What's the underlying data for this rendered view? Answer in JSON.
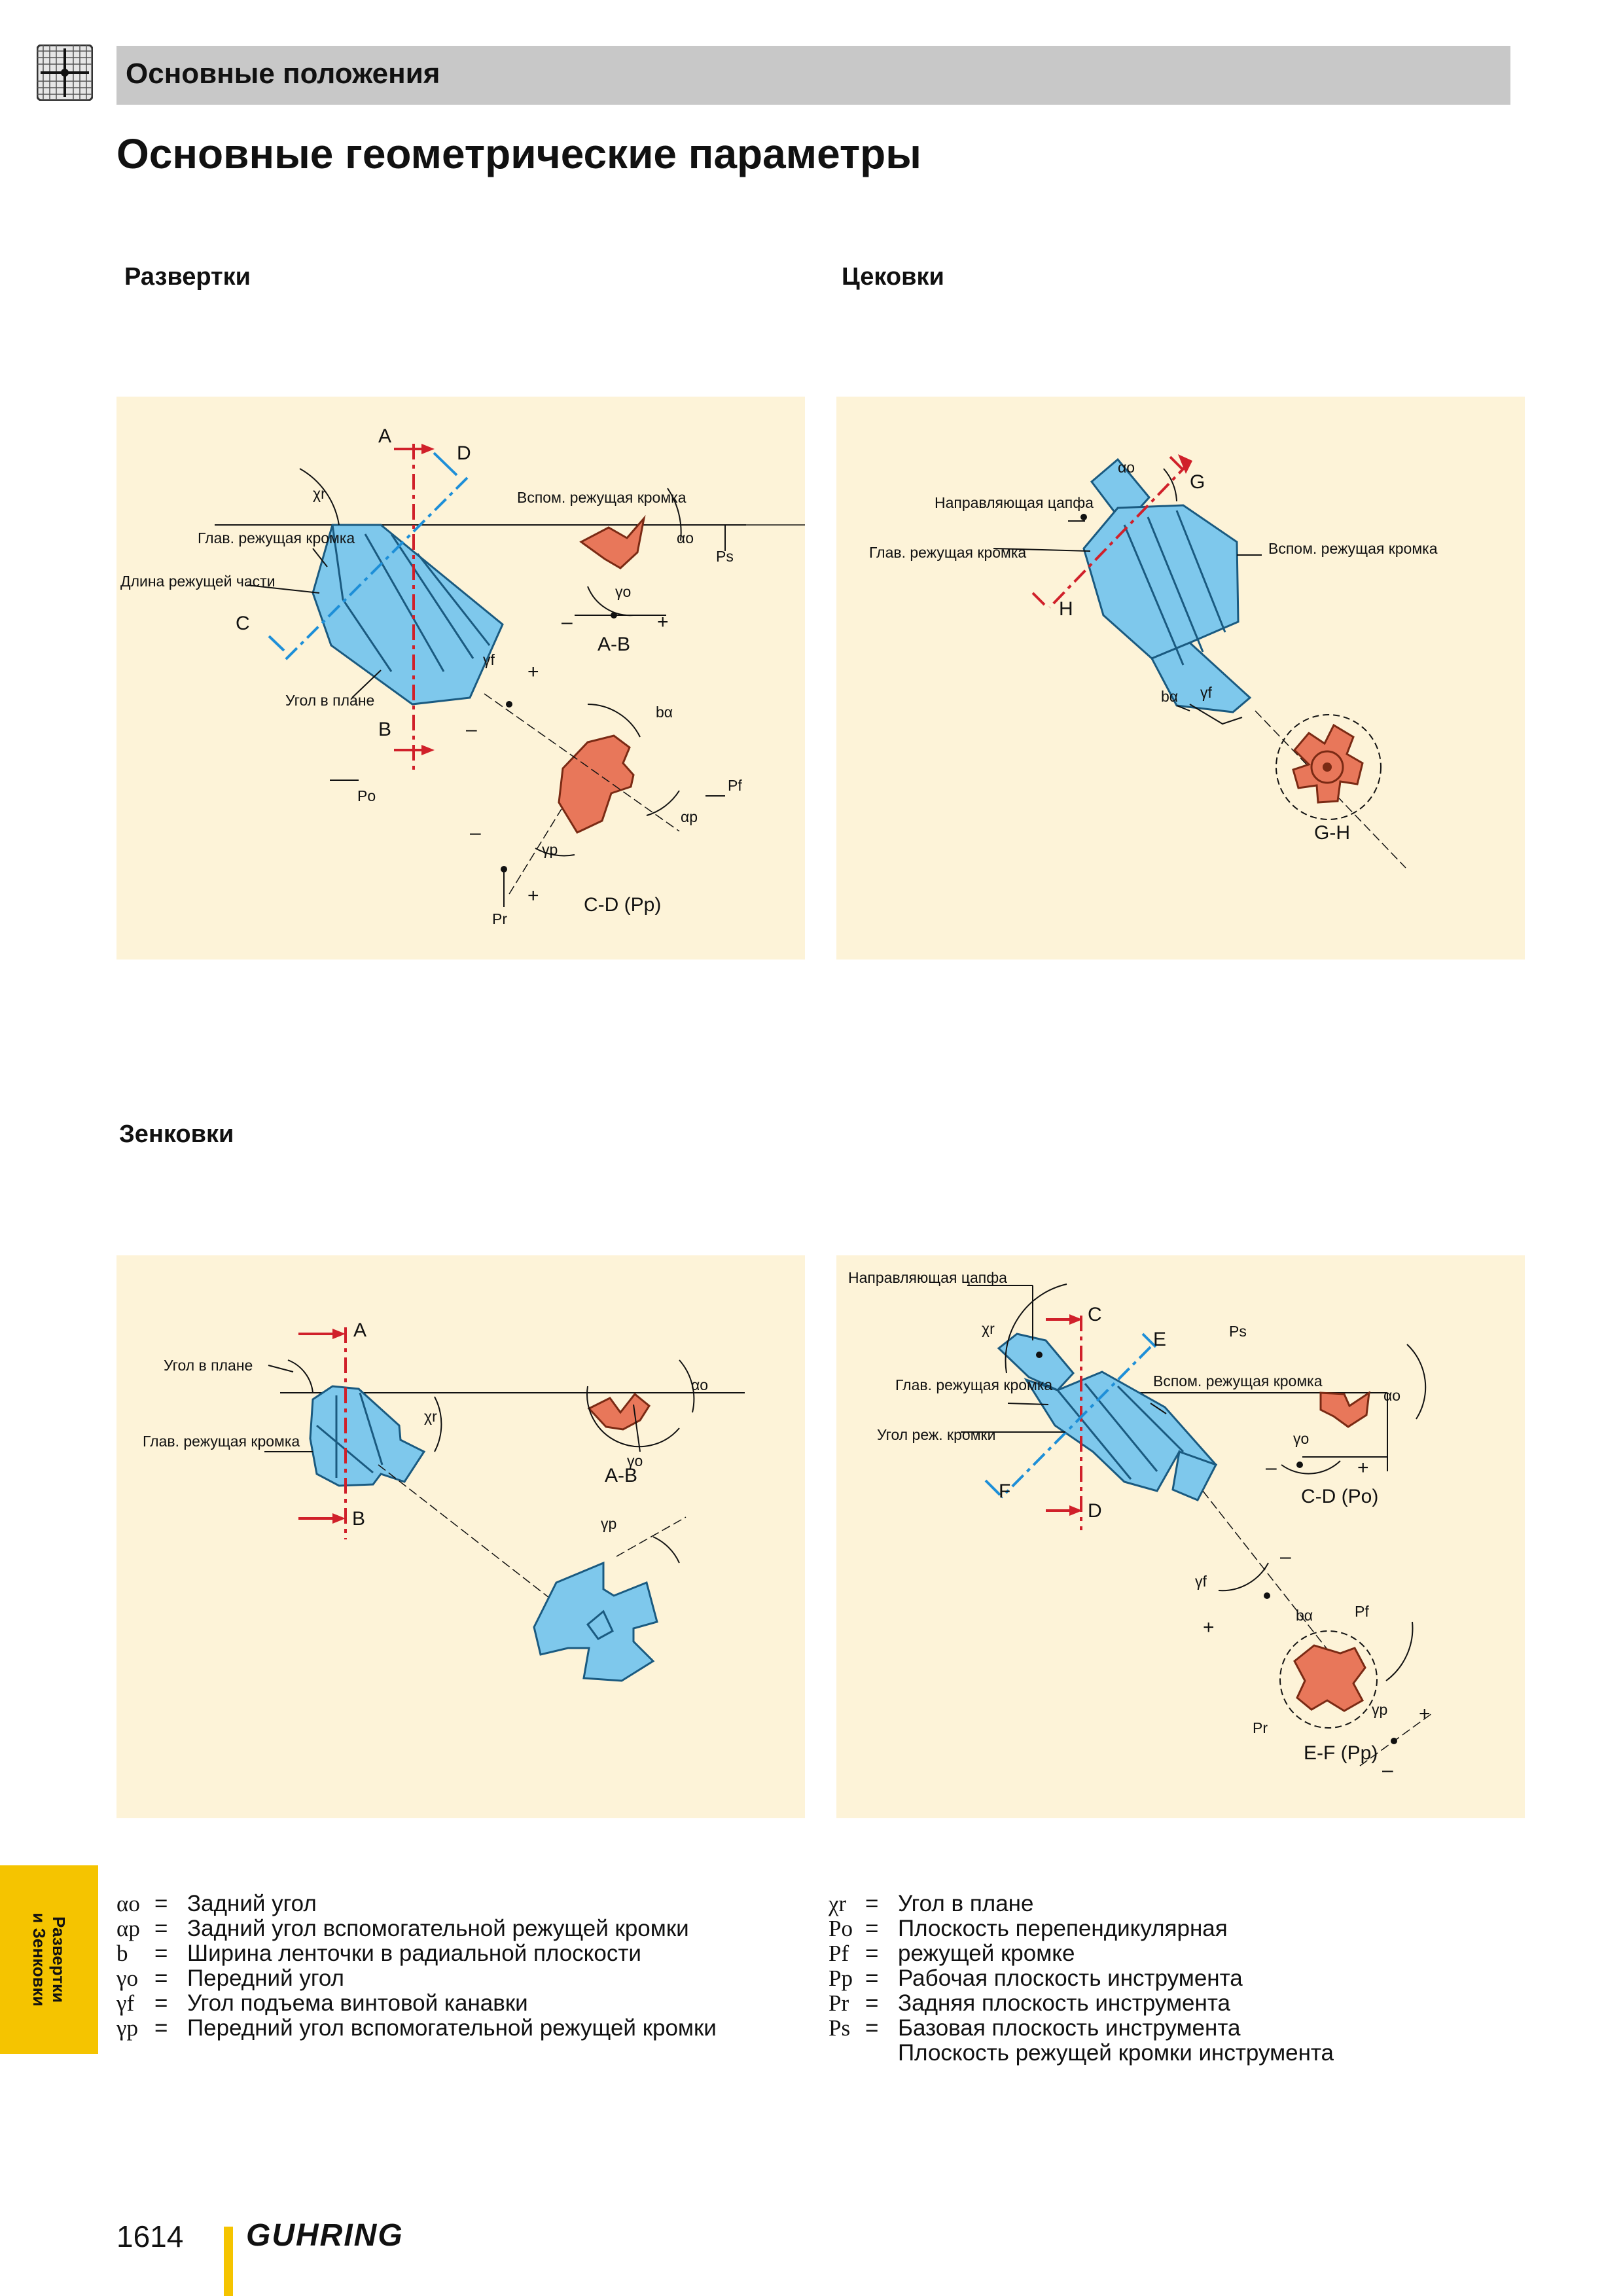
{
  "header": {
    "title": "Основные положения"
  },
  "page_title": "Основные геометрические параметры",
  "sections": {
    "reamers": "Развертки",
    "counterbores": "Цековки",
    "countersinks": "Зенковки"
  },
  "reamer_diagram": {
    "letter_a": "A",
    "letter_b": "B",
    "letter_c": "C",
    "letter_d": "D",
    "main_edge": "Глав. режущая кромка",
    "cut_length": "Длина режущей части",
    "aux_edge": "Вспом. режущая кромка",
    "plan_angle": "Угол в плане",
    "section_ab": "A-B",
    "section_cd": "C-D (Pp)",
    "po": "Po",
    "ps": "Ps",
    "pf": "Pf",
    "pr": "Pr",
    "chi_r": "χr",
    "alpha_o": "αo",
    "gamma_o": "γo",
    "gamma_f": "γf",
    "b_alpha": "bα",
    "alpha_p": "αp",
    "gamma_p": "γp",
    "plus": "+",
    "minus": "–"
  },
  "counterbore_diagram": {
    "pilot": "Направляющая цапфа",
    "main_edge": "Глав. режущая кромка",
    "aux_edge": "Вспом. режущая кромка",
    "letter_g": "G",
    "letter_h": "H",
    "section_gh": "G-H",
    "alpha_o": "αo",
    "b_alpha": "bα",
    "gamma_f": "γf"
  },
  "countersink_diagram": {
    "plan_angle": "Угол в плане",
    "main_edge": "Глав. режущая кромка",
    "letter_a": "A",
    "letter_b": "B",
    "section_ab": "A-B",
    "chi_r": "χr",
    "alpha_o": "αo",
    "gamma_o": "γo",
    "gamma_p": "γp"
  },
  "countersink2_diagram": {
    "pilot": "Направляющая цапфа",
    "main_edge": "Глав. режущая кромка",
    "cut_angle": "Угол реж. кромки",
    "aux_edge": "Вспом. режущая кромка",
    "letter_c": "C",
    "letter_d": "D",
    "letter_e": "E",
    "letter_f": "F",
    "section_cd": "C-D (Po)",
    "section_ef": "E-F (Pp)",
    "ps": "Ps",
    "pf": "Pf",
    "pr": "Pr",
    "chi_r": "χr",
    "alpha_o": "αo",
    "gamma_o": "γo",
    "gamma_f": "γf",
    "b_alpha": "bα",
    "gamma_p": "γp",
    "plus": "+",
    "minus": "–"
  },
  "legend_left": [
    {
      "sym": "αo",
      "eq": "=",
      "text": "Задний угол"
    },
    {
      "sym": "αp",
      "eq": "=",
      "text": "Задний угол вспомогательной режущей кромки"
    },
    {
      "sym": "b",
      "eq": "=",
      "text": "Ширина ленточки в радиальной плоскости"
    },
    {
      "sym": "γo",
      "eq": "=",
      "text": "Передний угол"
    },
    {
      "sym": "γf",
      "eq": "=",
      "text": "Угол подъема винтовой канавки"
    },
    {
      "sym": "γp",
      "eq": "=",
      "text": "Передний угол вспомогательной режущей кромки"
    }
  ],
  "legend_right": [
    {
      "sym": "χr",
      "eq": "=",
      "text": "Угол в плане"
    },
    {
      "sym": "Po",
      "eq": "=",
      "text": "Плоскость перепендикулярная"
    },
    {
      "sym": "Pf",
      "eq": "=",
      "text": "режущей кромке"
    },
    {
      "sym": "Pp",
      "eq": "=",
      "text": "Рабочая плоскость инструмента"
    },
    {
      "sym": "Pr",
      "eq": "=",
      "text": "Задняя плоскость инструмента"
    },
    {
      "sym": "Ps",
      "eq": "=",
      "text": "Базовая плоскость инструмента"
    },
    {
      "sym": "",
      "eq": "",
      "text": "Плоскость режущей кромки инструмента"
    }
  ],
  "side_tab": {
    "line1": "Развертки",
    "line2": "и Зенковки"
  },
  "footer": {
    "page_number": "1614",
    "brand": "GUHRING"
  },
  "colors": {
    "panel": "#fdf3d8",
    "tool_blue": "#7ec8ec",
    "section_red": "#e8775a",
    "cut_line_red": "#d0202a",
    "cut_line_blue": "#1e8fd8",
    "accent_yellow": "#f5c400"
  }
}
